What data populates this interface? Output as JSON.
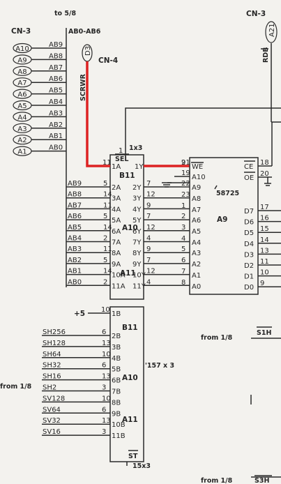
{
  "labels": {
    "to58": "to 5/8",
    "cn3_left": "CN-3",
    "cn3_right": "CN-3",
    "cn4": "CN-4",
    "bus": "AB0-AB6",
    "d3": "D3",
    "scrwr": "SCRWR",
    "a21": "A21",
    "rdb": "RDB",
    "sel": "SEL",
    "sel_num": "1",
    "x1": "1x3",
    "b11_top": "B11",
    "a10_top": "A10",
    "a11_top": "A11",
    "chip_num": "58725",
    "a9": "A9",
    "from_mid": "from 1/8",
    "from_left": "from 1/8",
    "from_bot": "from 1/8",
    "s1h": "S1H",
    "s3h": "S3H",
    "plus5": "+5",
    "pin10": "10",
    "b11_bot": "B11",
    "a10_bot": "A10",
    "a11_bot": "A11",
    "c157": "'157 x 3",
    "st": "ST",
    "x15": "15x3"
  },
  "cn3_ovals": [
    "A10",
    "A9",
    "A8",
    "A7",
    "A6",
    "A5",
    "A4",
    "A3",
    "A2",
    "A1"
  ],
  "cn3_lines": [
    "AB9",
    "AB8",
    "AB7",
    "AB6",
    "AB5",
    "AB4",
    "AB3",
    "AB2",
    "AB1",
    "AB0"
  ],
  "top_mux": {
    "sel_row": {
      "left_pin": "11",
      "in": "1A",
      "out": "1Y",
      "right_pin": "9"
    },
    "rows": [
      {
        "sig": "AB9",
        "lp": "5",
        "in": "2A",
        "out": "2Y",
        "rp": "7"
      },
      {
        "sig": "AB8",
        "lp": "14",
        "in": "3A",
        "out": "3Y",
        "rp": "12"
      },
      {
        "sig": "AB7",
        "lp": "11",
        "in": "4A",
        "out": "4Y",
        "rp": "9"
      },
      {
        "sig": "AB6",
        "lp": "5",
        "in": "5A",
        "out": "5Y",
        "rp": "7"
      },
      {
        "sig": "AB5",
        "lp": "14",
        "in": "6A",
        "out": "6Y",
        "rp": "12"
      },
      {
        "sig": "AB4",
        "lp": "2",
        "in": "7A",
        "out": "7Y",
        "rp": "4"
      },
      {
        "sig": "AB3",
        "lp": "11",
        "in": "8A",
        "out": "8Y",
        "rp": "9"
      },
      {
        "sig": "AB2",
        "lp": "5",
        "in": "9A",
        "out": "9Y",
        "rp": "7"
      },
      {
        "sig": "AB1",
        "lp": "14",
        "in": "10A",
        "out": "10Y",
        "rp": "12"
      },
      {
        "sig": "AB0",
        "lp": "2",
        "in": "11A",
        "out": "11Y",
        "rp": "4"
      }
    ]
  },
  "ram": {
    "left": [
      {
        "pin": "21",
        "name": "WE"
      },
      {
        "pin": "19",
        "name": "A10"
      },
      {
        "pin": "22",
        "name": "A9"
      },
      {
        "pin": "23",
        "name": "A8"
      },
      {
        "pin": "1",
        "name": "A7"
      },
      {
        "pin": "2",
        "name": "A6"
      },
      {
        "pin": "3",
        "name": "A5"
      },
      {
        "pin": "4",
        "name": "A4"
      },
      {
        "pin": "5",
        "name": "A3"
      },
      {
        "pin": "6",
        "name": "A2"
      },
      {
        "pin": "7",
        "name": "A1"
      },
      {
        "pin": "8",
        "name": "A0"
      }
    ],
    "right_top": [
      {
        "pin": "18",
        "name": "CE"
      },
      {
        "pin": "20",
        "name": "OE"
      }
    ],
    "right": [
      {
        "pin": "17",
        "name": "D7"
      },
      {
        "pin": "16",
        "name": "D6"
      },
      {
        "pin": "15",
        "name": "D5"
      },
      {
        "pin": "14",
        "name": "D4"
      },
      {
        "pin": "13",
        "name": "D3"
      },
      {
        "pin": "11",
        "name": "D2"
      },
      {
        "pin": "10",
        "name": "D1"
      },
      {
        "pin": "9",
        "name": "D0"
      }
    ]
  },
  "bot_mux": {
    "top_input": "1B",
    "rows": [
      {
        "sig": "SH256",
        "pin": "6",
        "in": "2B"
      },
      {
        "sig": "SH128",
        "pin": "13",
        "in": "3B"
      },
      {
        "sig": "SH64",
        "pin": "10",
        "in": "4B"
      },
      {
        "sig": "SH32",
        "pin": "6",
        "in": "5B"
      },
      {
        "sig": "SH16",
        "pin": "13",
        "in": "6B"
      },
      {
        "sig": "SH2",
        "pin": "3",
        "in": "7B"
      },
      {
        "sig": "SV128",
        "pin": "10",
        "in": "8B"
      },
      {
        "sig": "SV64",
        "pin": "6",
        "in": "9B"
      },
      {
        "sig": "SV32",
        "pin": "13",
        "in": "10B"
      },
      {
        "sig": "SV16",
        "pin": "3",
        "in": "11B"
      }
    ]
  },
  "colors": {
    "ink": "#2a2a2a",
    "highlight": "#dd2222",
    "paper": "#f3f2ee"
  }
}
